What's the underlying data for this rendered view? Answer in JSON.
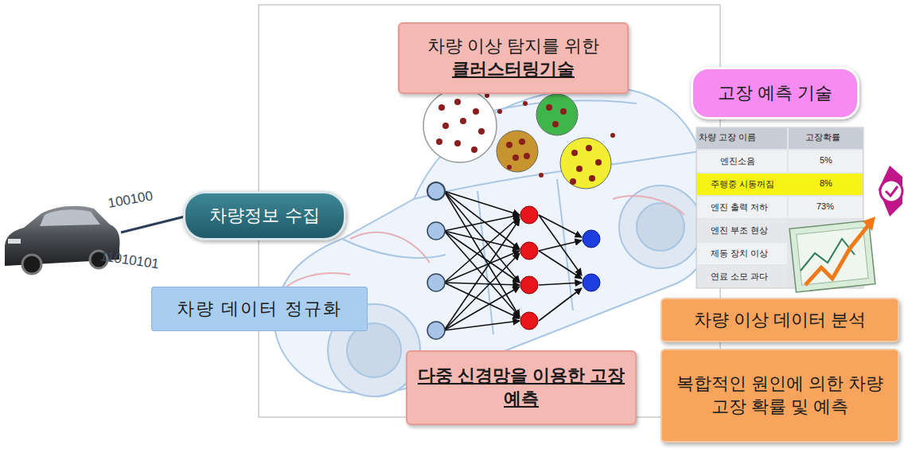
{
  "diagram": {
    "nodes": [
      {
        "text": [
          "차량 이상 탐지를 위한",
          "클러스터링기술"
        ]
      },
      {
        "text": [
          "고장 예측 기술"
        ]
      },
      {
        "text": [
          "차량정보 수집"
        ]
      },
      {
        "text": [
          "차량 데이터 정규화"
        ]
      },
      {
        "text": [
          "다중 신경망을 이용한 고장 예측"
        ]
      },
      {
        "text": [
          "차량 이상 데이터 분석"
        ]
      },
      {
        "text": [
          "복합적인 원인에 의한 차량 고장 확률 및 예측"
        ]
      }
    ],
    "labels": [
      "100100",
      "11010101",
      "차량 고장 이름",
      "고장확률",
      "엔진소음",
      "5%",
      "주행중 시동꺼짐",
      "8%",
      "엔진 출력 저하",
      "73%",
      "엔진 부조 현상",
      "제동 장치 이상",
      "연료 소모 과다"
    ]
  }
}
